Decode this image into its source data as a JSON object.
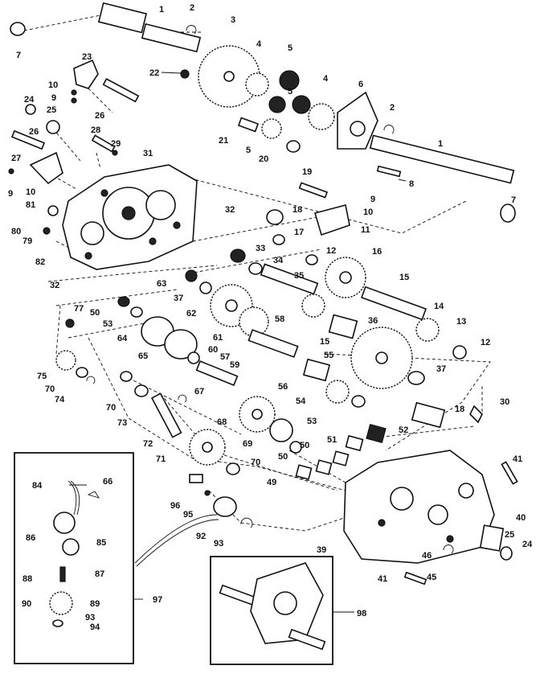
{
  "title": "",
  "colors": {
    "ink": "#111111",
    "paper": "#ffffff"
  },
  "part_numbers": [
    "1",
    "2",
    "3",
    "4",
    "5",
    "6",
    "7",
    "8",
    "9",
    "10",
    "11",
    "12",
    "13",
    "14",
    "15",
    "16",
    "17",
    "18",
    "19",
    "20",
    "21",
    "22",
    "23",
    "24",
    "25",
    "26",
    "27",
    "28",
    "29",
    "30",
    "31",
    "32",
    "33",
    "34",
    "35",
    "36",
    "37",
    "39",
    "40",
    "41",
    "45",
    "46",
    "49",
    "50",
    "51",
    "52",
    "53",
    "54",
    "55",
    "56",
    "57",
    "58",
    "59",
    "60",
    "61",
    "62",
    "63",
    "64",
    "65",
    "66",
    "67",
    "68",
    "69",
    "70",
    "71",
    "72",
    "73",
    "74",
    "75",
    "77",
    "79",
    "80",
    "81",
    "82",
    "84",
    "85",
    "86",
    "87",
    "88",
    "89",
    "90",
    "92",
    "93",
    "94",
    "95",
    "96",
    "97",
    "98"
  ],
  "callouts": [
    {
      "id": "c1a",
      "label": "1"
    },
    {
      "id": "c2a",
      "label": "2"
    },
    {
      "id": "c3",
      "label": "3"
    },
    {
      "id": "c4a",
      "label": "4"
    },
    {
      "id": "c5a",
      "label": "5"
    },
    {
      "id": "c5b",
      "label": "5"
    },
    {
      "id": "c4b",
      "label": "4"
    },
    {
      "id": "c6",
      "label": "6"
    },
    {
      "id": "c2b",
      "label": "2"
    },
    {
      "id": "c1b",
      "label": "1"
    },
    {
      "id": "c7a",
      "label": "7"
    },
    {
      "id": "c7b",
      "label": "7"
    },
    {
      "id": "c22",
      "label": "22"
    },
    {
      "id": "c23",
      "label": "23"
    },
    {
      "id": "c10a",
      "label": "10"
    },
    {
      "id": "c9a",
      "label": "9"
    },
    {
      "id": "c24a",
      "label": "24"
    },
    {
      "id": "c25a",
      "label": "25"
    },
    {
      "id": "c26a",
      "label": "26"
    },
    {
      "id": "c26b",
      "label": "26"
    },
    {
      "id": "c28",
      "label": "28"
    },
    {
      "id": "c29",
      "label": "29"
    },
    {
      "id": "c21",
      "label": "21"
    },
    {
      "id": "c5c",
      "label": "5"
    },
    {
      "id": "c20",
      "label": "20"
    },
    {
      "id": "c8",
      "label": "8"
    },
    {
      "id": "c27",
      "label": "27"
    },
    {
      "id": "c9b",
      "label": "9"
    },
    {
      "id": "c10b",
      "label": "10"
    },
    {
      "id": "c81",
      "label": "81"
    },
    {
      "id": "c31",
      "label": "31"
    },
    {
      "id": "c19",
      "label": "19"
    },
    {
      "id": "c9c",
      "label": "9"
    },
    {
      "id": "c10c",
      "label": "10"
    },
    {
      "id": "c32a",
      "label": "32"
    },
    {
      "id": "c18a",
      "label": "18"
    },
    {
      "id": "c11",
      "label": "11"
    },
    {
      "id": "c80",
      "label": "80"
    },
    {
      "id": "c79",
      "label": "79"
    },
    {
      "id": "c17",
      "label": "17"
    },
    {
      "id": "c33",
      "label": "33"
    },
    {
      "id": "c34",
      "label": "34"
    },
    {
      "id": "c12a",
      "label": "12"
    },
    {
      "id": "c16",
      "label": "16"
    },
    {
      "id": "c82",
      "label": "82"
    },
    {
      "id": "c32b",
      "label": "32"
    },
    {
      "id": "c63",
      "label": "63"
    },
    {
      "id": "c35",
      "label": "35"
    },
    {
      "id": "c15a",
      "label": "15"
    },
    {
      "id": "c37a",
      "label": "37"
    },
    {
      "id": "c50a",
      "label": "50"
    },
    {
      "id": "c77",
      "label": "77"
    },
    {
      "id": "c62",
      "label": "62"
    },
    {
      "id": "c58",
      "label": "58"
    },
    {
      "id": "c14",
      "label": "14"
    },
    {
      "id": "c53a",
      "label": "53"
    },
    {
      "id": "c64",
      "label": "64"
    },
    {
      "id": "c61",
      "label": "61"
    },
    {
      "id": "c36",
      "label": "36"
    },
    {
      "id": "c13",
      "label": "13"
    },
    {
      "id": "c65",
      "label": "65"
    },
    {
      "id": "c60",
      "label": "60"
    },
    {
      "id": "c15b",
      "label": "15"
    },
    {
      "id": "c12b",
      "label": "12"
    },
    {
      "id": "c57",
      "label": "57"
    },
    {
      "id": "c55",
      "label": "55"
    },
    {
      "id": "c75",
      "label": "75"
    },
    {
      "id": "c70a",
      "label": "70"
    },
    {
      "id": "c74",
      "label": "74"
    },
    {
      "id": "c59",
      "label": "59"
    },
    {
      "id": "c37b",
      "label": "37"
    },
    {
      "id": "c56",
      "label": "56"
    },
    {
      "id": "c70b",
      "label": "70"
    },
    {
      "id": "c67",
      "label": "67"
    },
    {
      "id": "c54",
      "label": "54"
    },
    {
      "id": "c30",
      "label": "30"
    },
    {
      "id": "c73",
      "label": "73"
    },
    {
      "id": "c18b",
      "label": "18"
    },
    {
      "id": "c68",
      "label": "68"
    },
    {
      "id": "c53b",
      "label": "53"
    },
    {
      "id": "c72",
      "label": "72"
    },
    {
      "id": "c69",
      "label": "69"
    },
    {
      "id": "c51",
      "label": "51"
    },
    {
      "id": "c52",
      "label": "52"
    },
    {
      "id": "c71",
      "label": "71"
    },
    {
      "id": "c50b",
      "label": "50"
    },
    {
      "id": "c50c",
      "label": "50"
    },
    {
      "id": "c70c",
      "label": "70"
    },
    {
      "id": "c41a",
      "label": "41"
    },
    {
      "id": "c49",
      "label": "49"
    },
    {
      "id": "c84",
      "label": "84"
    },
    {
      "id": "c66",
      "label": "66"
    },
    {
      "id": "c96",
      "label": "96"
    },
    {
      "id": "c95",
      "label": "95"
    },
    {
      "id": "c40",
      "label": "40"
    },
    {
      "id": "c86",
      "label": "86"
    },
    {
      "id": "c85",
      "label": "85"
    },
    {
      "id": "c92",
      "label": "92"
    },
    {
      "id": "c93a",
      "label": "93"
    },
    {
      "id": "c39",
      "label": "39"
    },
    {
      "id": "c25b",
      "label": "25"
    },
    {
      "id": "c24b",
      "label": "24"
    },
    {
      "id": "c87",
      "label": "87"
    },
    {
      "id": "c46",
      "label": "46"
    },
    {
      "id": "c88",
      "label": "88"
    },
    {
      "id": "c97",
      "label": "97"
    },
    {
      "id": "c41b",
      "label": "41"
    },
    {
      "id": "c45",
      "label": "45"
    },
    {
      "id": "c90",
      "label": "90"
    },
    {
      "id": "c89",
      "label": "89"
    },
    {
      "id": "c98",
      "label": "98"
    },
    {
      "id": "c93b",
      "label": "93"
    },
    {
      "id": "c94",
      "label": "94"
    }
  ]
}
